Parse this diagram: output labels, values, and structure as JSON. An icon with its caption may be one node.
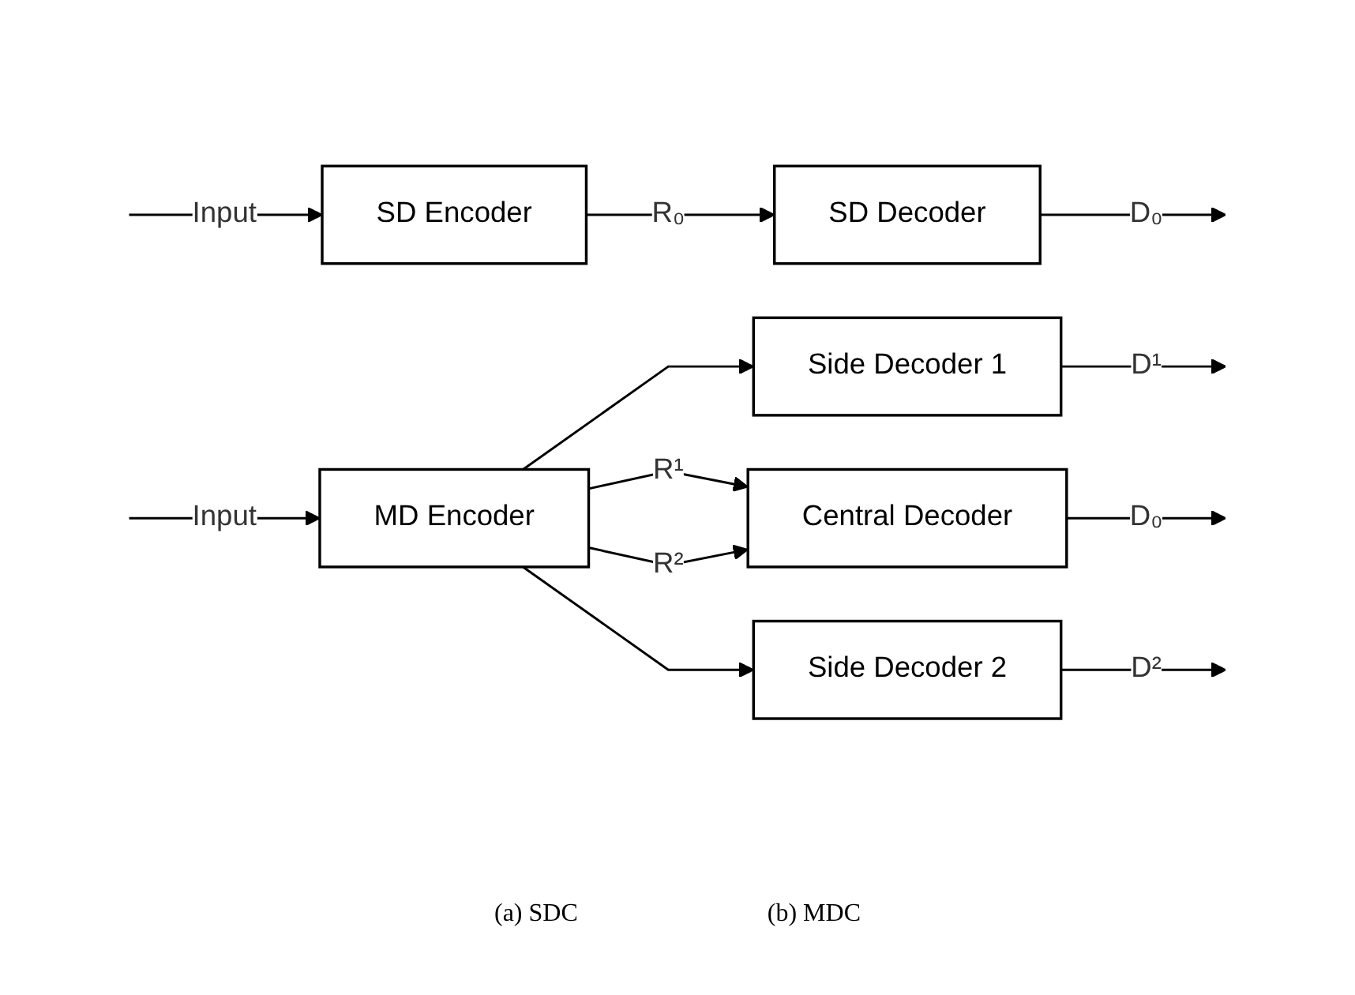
{
  "diagram": {
    "nodes": [
      {
        "text": [
          "SD Encoder"
        ]
      },
      {
        "text": [
          "SD Decoder"
        ]
      },
      {
        "text": [
          "MD Encoder"
        ]
      },
      {
        "text": [
          "Side Decoder 1"
        ]
      },
      {
        "text": [
          "Central Decoder"
        ]
      },
      {
        "text": [
          "Side Decoder 2"
        ]
      }
    ],
    "edges": [
      {
        "from": null,
        "to": 0,
        "arrow": "to",
        "label": "Input"
      },
      {
        "from": 0,
        "to": 1,
        "arrow": "to",
        "label": "R₀"
      },
      {
        "from": 1,
        "to": null,
        "arrow": "to",
        "label": "D₀"
      },
      {
        "from": null,
        "to": 2,
        "arrow": "to",
        "label": "Input"
      },
      {
        "from": 2,
        "to": 3,
        "arrow": "to"
      },
      {
        "from": 2,
        "to": 4,
        "arrow": "to",
        "label": "R¹"
      },
      {
        "from": 2,
        "to": 4,
        "arrow": "to",
        "label": "R²"
      },
      {
        "from": 2,
        "to": 5,
        "arrow": "to"
      },
      {
        "from": 3,
        "to": null,
        "arrow": "to",
        "label": "D¹"
      },
      {
        "from": 4,
        "to": null,
        "arrow": "to",
        "label": "D₀"
      },
      {
        "from": 5,
        "to": null,
        "arrow": "to",
        "label": "D²"
      }
    ],
    "labels": [
      "(a) SDC",
      "(b) MDC"
    ]
  }
}
